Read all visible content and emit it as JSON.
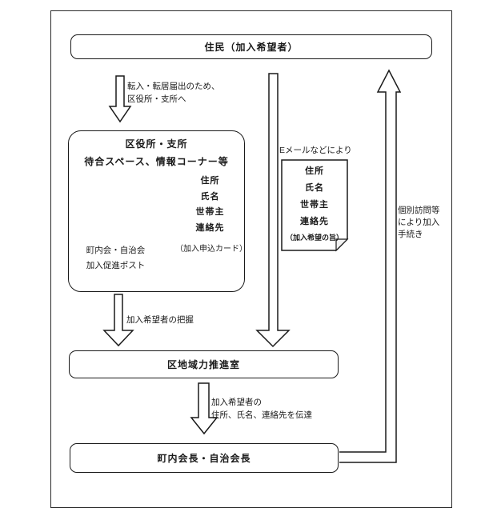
{
  "diagram": {
    "title_boxes": {
      "resident": "住民（加入希望者）",
      "ward_title": "区役所・支所",
      "ward_subtitle": "待合スペース、情報コーナー等",
      "office": "区地域力推進室",
      "chairmen": "町内会長・自治会長"
    },
    "post_box": {
      "line1": "町内会・自治会",
      "line2": "加入促進ポスト"
    },
    "application_card": {
      "fields": [
        "住所",
        "氏名",
        "世帯主",
        "連絡先"
      ],
      "caption": "（加入申込カード）"
    },
    "email_card": {
      "fields": [
        "住所",
        "氏名",
        "世帯主",
        "連絡先"
      ],
      "note": "（加入希望の旨）"
    },
    "arrow_labels": {
      "move_in_line1": "転入・転居届出のため、",
      "move_in_line2": "区役所・支所へ",
      "email": "Eメールなどにより",
      "grasp": "加入希望者の把握",
      "convey_line1": "加入希望者の",
      "convey_line2": "住所、氏名、連絡先を伝達",
      "visit_line1": "個別訪問等",
      "visit_line2": "により加入",
      "visit_line3": "手続き"
    },
    "colors": {
      "slot_blue": "#4a80bf",
      "slot_blue_border": "#2e5d94",
      "arrow_gray": "#595959",
      "line": "#1a1a1a"
    }
  }
}
